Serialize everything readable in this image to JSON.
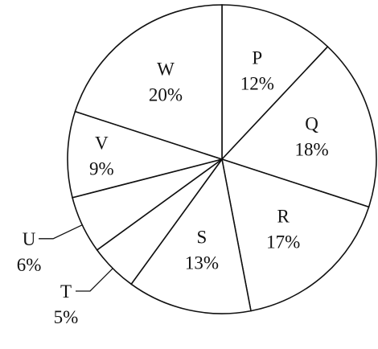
{
  "chart_data": {
    "type": "pie",
    "slices": [
      {
        "name": "P",
        "value": 12,
        "label": "12%"
      },
      {
        "name": "Q",
        "value": 18,
        "label": "18%"
      },
      {
        "name": "R",
        "value": 17,
        "label": "17%"
      },
      {
        "name": "S",
        "value": 13,
        "label": "13%"
      },
      {
        "name": "T",
        "value": 5,
        "label": "5%"
      },
      {
        "name": "U",
        "value": 6,
        "label": "6%"
      },
      {
        "name": "V",
        "value": 9,
        "label": "9%"
      },
      {
        "name": "W",
        "value": 20,
        "label": "20%"
      }
    ],
    "start_angle_deg": 0,
    "direction": "clockwise",
    "fill": "#ffffff",
    "stroke": "#111111"
  }
}
